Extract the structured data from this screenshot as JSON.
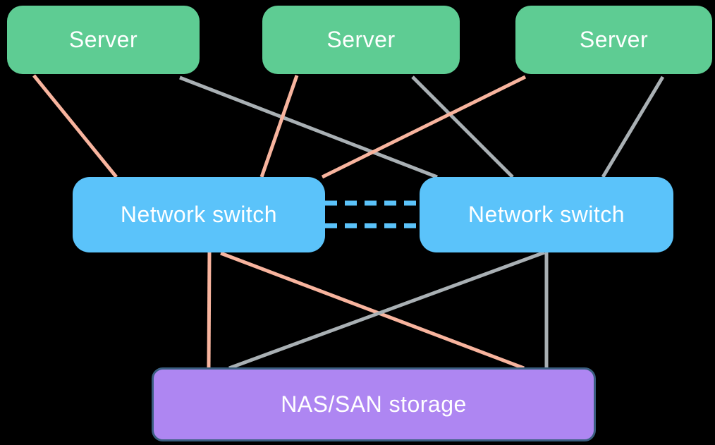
{
  "nodes": {
    "server_1": {
      "label": "Server"
    },
    "server_2": {
      "label": "Server"
    },
    "server_3": {
      "label": "Server"
    },
    "switch_1": {
      "label": "Network switch"
    },
    "switch_2": {
      "label": "Network switch"
    },
    "storage": {
      "label": "NAS/SAN storage"
    }
  },
  "colors": {
    "background": "#000000",
    "server_fill": "#5ECC93",
    "switch_fill": "#5BC3FA",
    "storage_fill": "#AE86F2",
    "storage_border": "#3A5E80",
    "link_path_a": "#F8B49E",
    "link_path_b": "#A9B0B4",
    "switch_interconnect": "#5BC3FA",
    "label_text": "#FFFFFF"
  },
  "edges": [
    {
      "from": "server_1",
      "to": "switch_1",
      "style": "path_a",
      "points": [
        48,
        107,
        165,
        251
      ]
    },
    {
      "from": "server_1",
      "to": "switch_2",
      "style": "path_b",
      "points": [
        255,
        110,
        620,
        251
      ]
    },
    {
      "from": "server_2",
      "to": "switch_1",
      "style": "path_a",
      "points": [
        421,
        107,
        371,
        251
      ]
    },
    {
      "from": "server_2",
      "to": "switch_2",
      "style": "path_b",
      "points": [
        585,
        109,
        727,
        251
      ]
    },
    {
      "from": "server_3",
      "to": "switch_1",
      "style": "path_a",
      "points": [
        745,
        109,
        457,
        251
      ]
    },
    {
      "from": "server_3",
      "to": "switch_2",
      "style": "path_b",
      "points": [
        940,
        109,
        855,
        251
      ]
    },
    {
      "from": "switch_1",
      "to": "storage",
      "style": "path_a",
      "points": [
        297,
        358,
        296,
        521
      ]
    },
    {
      "from": "switch_1",
      "to": "storage",
      "style": "path_a",
      "points": [
        313,
        359,
        743,
        522
      ]
    },
    {
      "from": "switch_2",
      "to": "storage",
      "style": "path_b",
      "points": [
        772,
        358,
        325,
        522
      ]
    },
    {
      "from": "switch_2",
      "to": "storage",
      "style": "path_b",
      "points": [
        775,
        358,
        775,
        521
      ]
    },
    {
      "from": "switch_1",
      "to": "switch_2",
      "style": "interconnect",
      "points": [
        461,
        288,
        596,
        288
      ]
    },
    {
      "from": "switch_1",
      "to": "switch_2",
      "style": "interconnect",
      "points": [
        461,
        320,
        596,
        320
      ]
    }
  ]
}
